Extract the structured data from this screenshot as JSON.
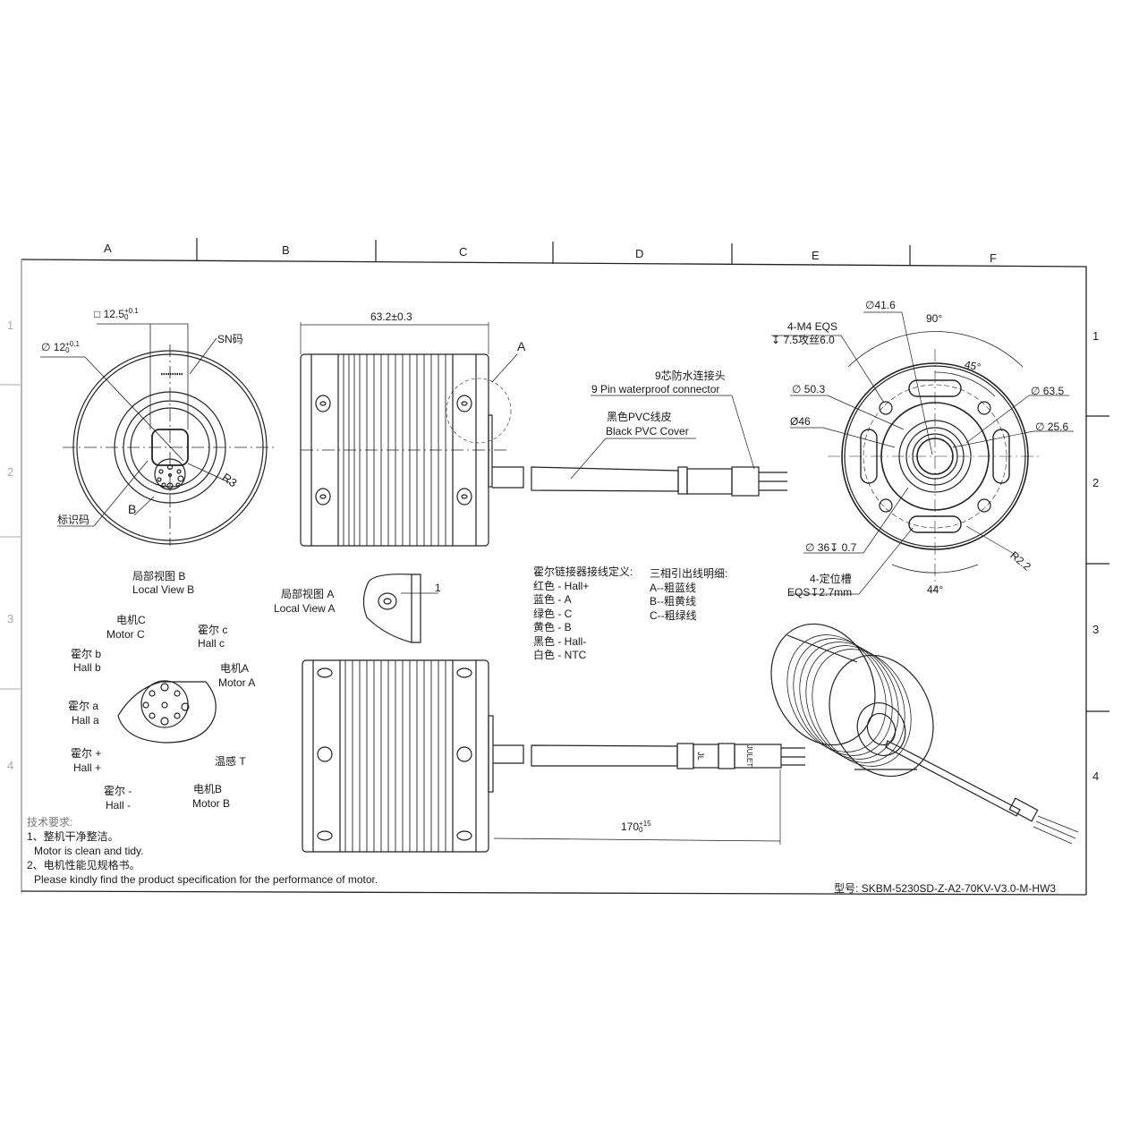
{
  "sheet": {
    "column_zones": [
      "A",
      "B",
      "C",
      "D",
      "E",
      "F"
    ],
    "row_zones": [
      "1",
      "2",
      "3",
      "4"
    ]
  },
  "end_view_left": {
    "square_dim": "12.5",
    "square_tol_upper": "+0.1",
    "square_tol_lower": "0",
    "dia_dim": "12",
    "dia_tol_upper": "+0.1",
    "dia_tol_lower": "0",
    "sn_label": "SN码",
    "radius_label": "R3",
    "view_ref": "B",
    "id_code_label": "标识码"
  },
  "side_view_top": {
    "length_dim": "63.2±0.3",
    "detail_ref": "A",
    "connector_label_cn": "9芯防水连接头",
    "connector_label_en": "9 Pin waterproof connector",
    "cable_label_cn": "黑色PVC线皮",
    "cable_label_en": "Black PVC Cover"
  },
  "end_view_right": {
    "dia_41_6": "41.6",
    "angle_90": "90°",
    "thread_spec_1": "4-M4 EQS",
    "thread_spec_2": "7.5攻丝6.0",
    "angle_45": "45°",
    "dia_50_3": "50.3",
    "dia_63_5": "63.5",
    "dia_46": "Ø46",
    "dia_25_6": "25.6",
    "dia_36": "36",
    "depth_36": "0.7",
    "radius_r2_2": "R2.2",
    "slot_label_1": "4-定位槽",
    "slot_label_2": "EQS",
    "slot_depth": "2.7mm",
    "angle_44": "44°"
  },
  "local_view_b": {
    "title_cn": "局部视图 B",
    "title_en": "Local View B",
    "pins": [
      {
        "cn": "电机C",
        "en": "Motor C"
      },
      {
        "cn": "霍尔 c",
        "en": "Hall c"
      },
      {
        "cn": "霍尔 b",
        "en": "Hall b"
      },
      {
        "cn": "电机A",
        "en": "Motor A"
      },
      {
        "cn": "霍尔 a",
        "en": "Hall a"
      },
      {
        "cn": "霍尔 +",
        "en": "Hall +"
      },
      {
        "cn": "温感 T",
        "en": ""
      },
      {
        "cn": "霍尔 -",
        "en": "Hall -"
      },
      {
        "cn": "电机B",
        "en": "Motor B"
      }
    ]
  },
  "local_view_a": {
    "title_cn": "局部视图 A",
    "title_en": "Local View A",
    "dim": "1"
  },
  "wiring": {
    "hall_title": "霍尔链接器接线定义:",
    "hall_lines": [
      "红色 - Hall+",
      "蓝色 - A",
      "绿色 - C",
      "黄色 - B",
      "黑色 - Hall-",
      "白色 - NTC"
    ],
    "phase_title": "三相引出线明细:",
    "phase_lines": [
      "A--粗蓝线",
      "B--粗黄线",
      "C--粗绿线"
    ]
  },
  "side_view_bottom": {
    "cable_length": "170",
    "cable_tol_upper": "+15",
    "cable_tol_lower": "0",
    "connector_mark_1": "JL",
    "connector_mark_2": "JULET"
  },
  "notes": {
    "title": "技术要求:",
    "items": [
      {
        "cn": "1、整机干净整洁。",
        "en": "Motor is clean and tidy."
      },
      {
        "cn": "2、电机性能见规格书。",
        "en": "Please kindly find the product specification for the performance of motor."
      }
    ]
  },
  "title_block": {
    "model_label": "型号:",
    "model_value": "SKBM-5230SD-Z-A2-70KV-V3.0-M-HW3"
  }
}
